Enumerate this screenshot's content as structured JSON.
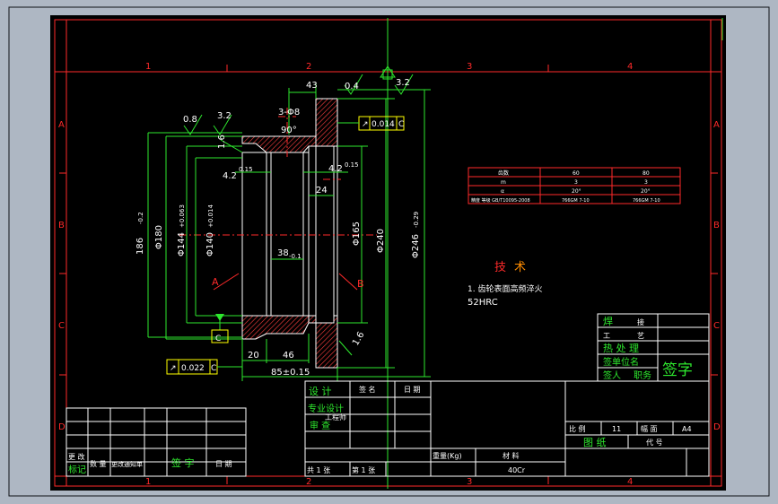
{
  "zones": {
    "cols": [
      "1",
      "2",
      "3",
      "4"
    ],
    "rows": [
      "A",
      "B",
      "C",
      "D"
    ]
  },
  "dims": {
    "d43": "43",
    "d3phi8": "3-Φ8",
    "ang90": "90°",
    "r08": "0.8",
    "r32a": "3.2",
    "r04": "0.4",
    "r32b": "3.2",
    "r16a": "1.6",
    "r16b": "1.6",
    "chamfer_l": "4.2",
    "chamfer_l_tol": "0.15",
    "chamfer_r": "4.2",
    "chamfer_r_tol": "0.15",
    "w24": "24",
    "d186": "186",
    "d186_tol": "-0.2",
    "d180": "Φ180",
    "d144": "Φ144",
    "d144_tol": "+0.063",
    "d140": "Φ140",
    "d140_tol": "+0.014",
    "d38": "38",
    "d38_tol": "-0.1",
    "d165": "Φ165",
    "d240": "Φ240",
    "d246": "Φ246",
    "d246_tol": "-0.29",
    "w20": "20",
    "w46": "46",
    "w85": "85±0.15",
    "secA": "A",
    "secB": "B"
  },
  "tolerances": {
    "runout_top_sym": "↗",
    "runout_top_val": "0.014",
    "runout_top_ref": "C",
    "runout_bot_sym": "↗",
    "runout_bot_val": "0.022",
    "runout_bot_ref": "C",
    "datum_c": "C"
  },
  "param_table": {
    "rows": [
      [
        "齿数",
        "60",
        "80"
      ],
      [
        "m",
        "3",
        "3"
      ],
      [
        "α",
        "20°",
        "20°"
      ],
      [
        "精度 等级 GB/T10095-2008",
        "766GM 7-10",
        "766GM 7-10"
      ]
    ]
  },
  "tech": {
    "title": "技术",
    "title_a": "技",
    "title_b": "术",
    "line1": "1. 齿轮表面高频淬火",
    "line2": "52HRC"
  },
  "title_block": {
    "row1": [
      "焊",
      "接"
    ],
    "row2": [
      "工",
      "艺"
    ],
    "row3": [
      "热 处 理"
    ],
    "row4": [
      "签单位名",
      "签字"
    ],
    "row5": [
      "签人",
      "职务"
    ],
    "sign_big": "签字",
    "designer": "设 计",
    "sign": "签 名",
    "date": "日 期",
    "prof_design": "专业设计",
    "engineer": "工程师",
    "review": "审 查",
    "scale_label": "比 例",
    "scale_val": "11",
    "sheet_label": "幅 面",
    "sheet_val": "A4",
    "drawing_label": "图 纸",
    "code_label": "代 号",
    "weight_label": "重量(Kg)",
    "material_label": "材 料",
    "material_val": "40Cr",
    "total_sheets": "共 1 张",
    "sheet_num": "第 1 张",
    "rev_change": "更 改",
    "rev_mark": "标记",
    "rev_count": "数 量",
    "rev_docno": "更改通知单",
    "rev_sign": "签 字",
    "rev_date": "日 期"
  }
}
